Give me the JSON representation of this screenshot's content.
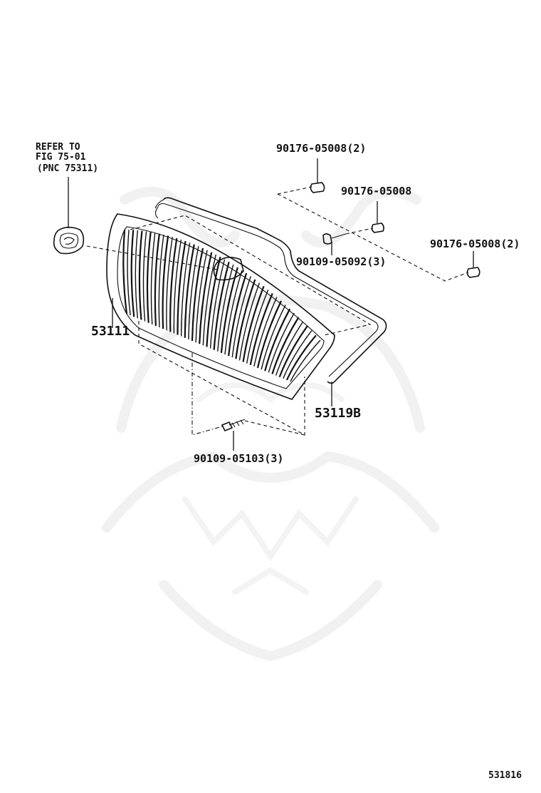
{
  "diagram": {
    "figure_number": "531816",
    "reference_note": {
      "line1": "REFER TO",
      "line2": "FIG 75-01",
      "line3": "(PNC 75311)"
    },
    "parts": [
      {
        "id": "p1",
        "label": "90176-05008(2)"
      },
      {
        "id": "p2",
        "label": "90176-05008"
      },
      {
        "id": "p3",
        "label": "90176-05008(2)"
      },
      {
        "id": "p4",
        "label": "90109-05092(3)"
      },
      {
        "id": "p5",
        "label": "53111"
      },
      {
        "id": "p6",
        "label": "53119B"
      },
      {
        "id": "p7",
        "label": "90109-05103(3)"
      }
    ]
  }
}
